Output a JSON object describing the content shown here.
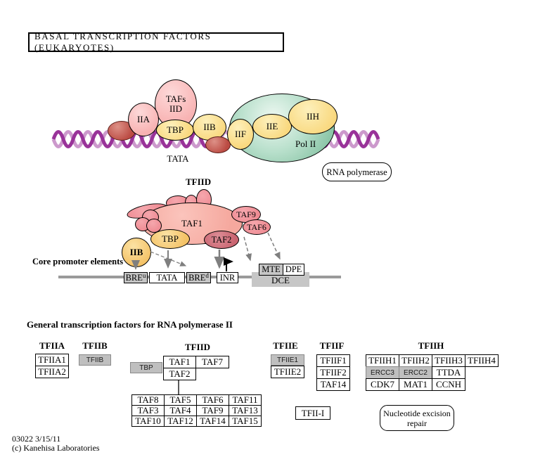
{
  "title": "BASAL TRANSCRIPTION FACTORS (EUKARYOTES)",
  "colors": {
    "pink": "#f8b2b2",
    "salmon": "#f5a89e",
    "rose": "#ef8b93",
    "dark_rose": "#c96470",
    "yellow": "#f9d87e",
    "orange": "#f4c266",
    "green": "#8cc6a8",
    "red": "#bb4b43",
    "gray_box": "#bfbfbf",
    "gray_line": "#9a9a9a",
    "dna_dark": "#993399",
    "dna_light": "#cc99cc"
  },
  "assembly": {
    "iia": "IIA",
    "iid_line1": "TAFs",
    "iid_line2": "IID",
    "tbp": "TBP",
    "iib": "IIB",
    "iif": "IIF",
    "iie": "IIE",
    "iih": "IIH",
    "pol2": "Pol II",
    "tata": "TATA",
    "rna_polymerase": "RNA polymerase"
  },
  "tfiid_complex": {
    "title": "TFIID",
    "taf1": "TAF1",
    "taf9": "TAF9",
    "taf6": "TAF6",
    "tbp": "TBP",
    "taf2": "TAF2",
    "iib": "IIB",
    "core_label": "Core promoter elements",
    "bre_u": {
      "base": "BRE",
      "sup": "u"
    },
    "tata": "TATA",
    "bre_d": {
      "base": "BRE",
      "sup": "d"
    },
    "inr": "INR",
    "mte": "MTE",
    "dpe": "DPE",
    "dce": "DCE"
  },
  "gtf": {
    "heading": "General transcription factors for RNA polymerase II",
    "tfiia": {
      "header": "TFIIA",
      "genes": [
        "TFIIA1",
        "TFIIA2"
      ]
    },
    "tfiib": {
      "header": "TFIIB",
      "gene": "TFIIB"
    },
    "tfiid": {
      "header": "TFIID",
      "tbp": "TBP",
      "taf1": "TAF1",
      "taf7": "TAF7",
      "taf2": "TAF2",
      "taf_rows": [
        [
          "TAF8",
          "TAF5",
          "TAF6",
          "TAF11"
        ],
        [
          "TAF3",
          "TAF4",
          "TAF9",
          "TAF13"
        ],
        [
          "TAF10",
          "TAF12",
          "TAF14",
          "TAF15"
        ]
      ]
    },
    "tfiie": {
      "header": "TFIIE",
      "gene_gray": "TFIIE1",
      "gene": "TFIIE2"
    },
    "tfiif": {
      "header": "TFIIF",
      "genes": [
        "TFIIF1",
        "TFIIF2",
        "TAF14"
      ]
    },
    "tfiih": {
      "header": "TFIIH",
      "row1": [
        "TFIIH1",
        "TFIIH2",
        "TFIIH3",
        "TFIIH4"
      ],
      "row2": [
        "ERCC3",
        "ERCC2",
        "TTDA"
      ],
      "row3": [
        "CDK7",
        "MAT1",
        "CCNH"
      ]
    },
    "tfii_i": "TFII-I",
    "ner": {
      "line1": "Nucleotide excision",
      "line2": "repair"
    }
  },
  "footer": {
    "map_id": "03022 3/15/11",
    "copyright": "(c) Kanehisa Laboratories"
  }
}
